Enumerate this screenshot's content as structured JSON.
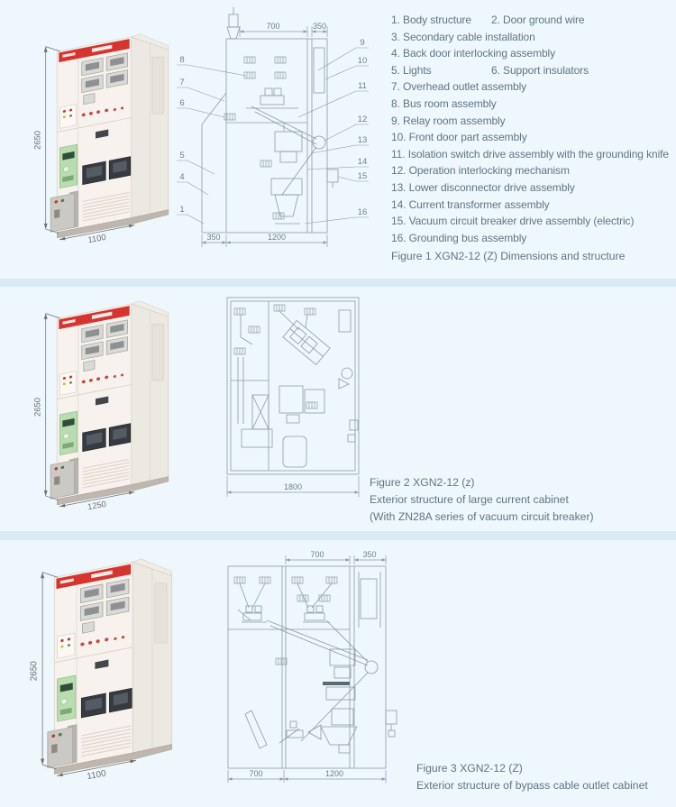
{
  "colors": {
    "page_bg": "#d8ebf5",
    "panel_bg": "#eef7fc",
    "accent_red": "#d6342e",
    "text": "#5d7584",
    "drawing_line": "#8b9aa7"
  },
  "parts_list": [
    {
      "c1": "1. Body structure",
      "c2": "2. Door ground wire"
    },
    {
      "c1": "3. Secondary cable installation",
      "c2": ""
    },
    {
      "c1": "4. Back door interlocking assembly",
      "c2": ""
    },
    {
      "c1": "5. Lights",
      "c2": "6. Support insulators"
    },
    {
      "c1": "7. Overhead outlet assembly",
      "c2": ""
    },
    {
      "c1": "8. Bus room assembly",
      "c2": ""
    },
    {
      "c1": "9. Relay room assembly",
      "c2": ""
    },
    {
      "c1": "10. Front door part assembly",
      "c2": ""
    },
    {
      "c1": "11. Isolation switch drive assembly with the grounding knife",
      "c2": ""
    },
    {
      "c1": "12. Operation interlocking mechanism",
      "c2": ""
    },
    {
      "c1": "13. Lower disconnector drive assembly",
      "c2": ""
    },
    {
      "c1": "14. Current transformer assembly",
      "c2": ""
    },
    {
      "c1": "15. Vacuum circuit breaker drive assembly (electric)",
      "c2": ""
    },
    {
      "c1": "16. Grounding bus assembly",
      "c2": ""
    }
  ],
  "figure1": {
    "caption": "Figure 1  XGN2-12 (Z) Dimensions and structure",
    "cabinet": {
      "height": "2650",
      "width": "1100"
    },
    "drawing": {
      "dim_top_left": "700",
      "dim_top_right": "350",
      "dim_bottom_left": "350",
      "dim_bottom_right": "1200",
      "callouts_left": [
        "8",
        "7",
        "6",
        "5",
        "4",
        "1"
      ],
      "callouts_right": [
        "9",
        "10",
        "11",
        "12",
        "13",
        "14",
        "15",
        "16"
      ]
    }
  },
  "figure2": {
    "caption_line1": "Figure 2  XGN2-12 (z)",
    "caption_line2": "Exterior structure of large current cabinet",
    "caption_line3": "(With ZN28A series of vacuum circuit breaker)",
    "cabinet": {
      "height": "2650",
      "width": "1250"
    },
    "drawing": {
      "dim_bottom": "1800"
    }
  },
  "figure3": {
    "caption_line1": "Figure 3 XGN2-12 (Z)",
    "caption_line2": "Exterior structure of bypass cable outlet cabinet",
    "cabinet": {
      "height": "2650",
      "width": "1100"
    },
    "drawing": {
      "dim_top_left": "700",
      "dim_top_right": "350",
      "dim_bottom_left": "700",
      "dim_bottom_right": "1200"
    }
  }
}
